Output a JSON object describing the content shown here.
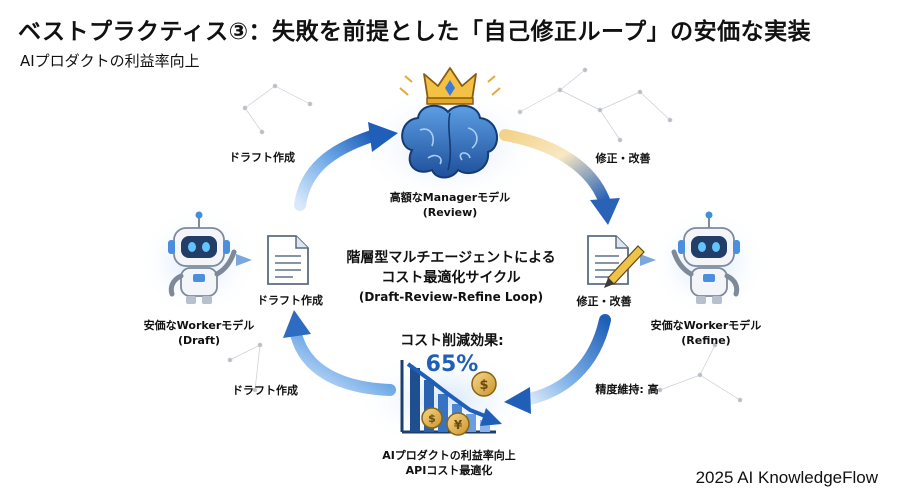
{
  "slide": {
    "title": "ベストプラクティス③：失敗を前提とした「自己修正ループ」の安価な実装",
    "subtitle": "AIプロダクトの利益率向上",
    "footer": "2025 AI KnowledgeFlow"
  },
  "manager": {
    "name": "高額なManagerモデル",
    "role": "(Review)"
  },
  "worker_draft": {
    "name": "安価なWorkerモデル",
    "role": "(Draft)"
  },
  "worker_refine": {
    "name": "安価なWorkerモデル",
    "role": "(Refine)"
  },
  "document_left_label": "ドラフト作成",
  "document_right_label": "修正・改善",
  "arrows": {
    "top_left": "ドラフト作成",
    "top_right": "修正・改善",
    "bottom_left": "ドラフト作成",
    "bottom_right": "精度維持: 高"
  },
  "center": {
    "line1": "階層型マルチエージェントによる",
    "line2": "コスト最適化サイクル",
    "line3": "(Draft-Review-Refine Loop)"
  },
  "cost": {
    "heading": "コスト削減効果:",
    "value": "65%",
    "caption1": "AIプロダクトの利益率向上",
    "caption2": "APIコスト最適化"
  }
}
